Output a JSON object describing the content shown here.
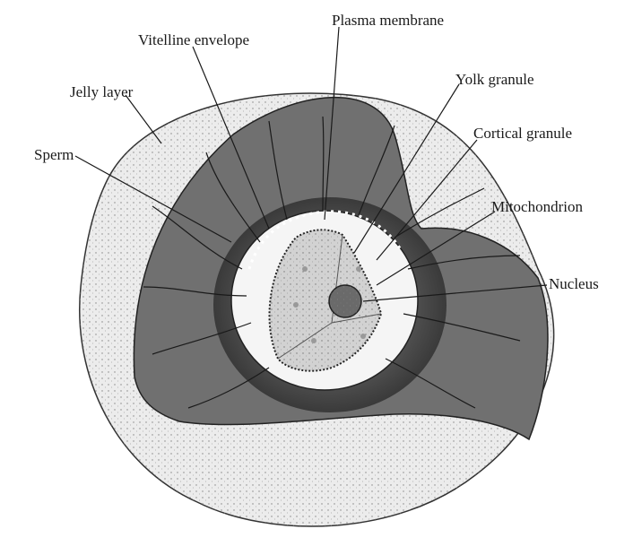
{
  "labels": {
    "plasma_membrane": "Plasma membrane",
    "vitelline_envelope": "Vitelline envelope",
    "yolk_granule": "Yolk granule",
    "jelly_layer": "Jelly layer",
    "cortical_granule": "Cortical granule",
    "sperm": "Sperm",
    "mitochondrion": "Mitochondrion",
    "nucleus": "Nucleus"
  },
  "colors": {
    "jelly_outer": "#e9e9e9",
    "dark_wedge": "#6e6e6e",
    "inner_rim": "#4a4a4a",
    "cytoplasm": "#d4d4d4",
    "cavity": "#ffffff",
    "nucleus": "#6a6a6a"
  }
}
